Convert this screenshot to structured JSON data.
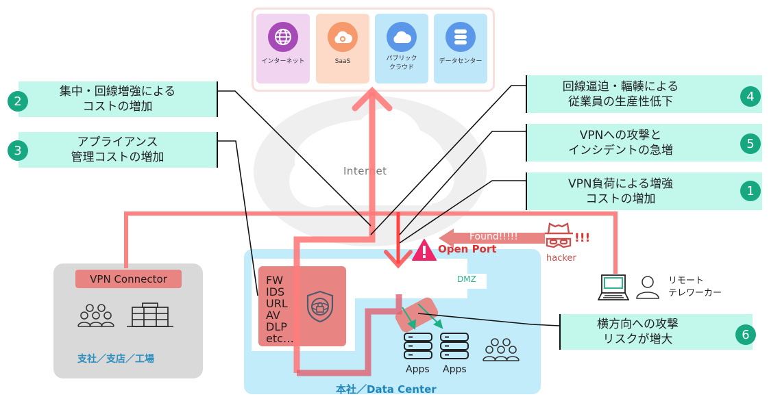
{
  "services": [
    {
      "label": "インターネット",
      "icon": "globe-icon",
      "bg": "#f1d4f0",
      "icon_color": "#a64ab8"
    },
    {
      "label": "SaaS",
      "icon": "cloud-gear-icon",
      "bg": "#fdd9c8",
      "icon_color": "#f69a6d"
    },
    {
      "label": "パブリック\nクラウド",
      "icon": "cloud-icon",
      "bg": "#bfe7fa",
      "icon_color": "#5b97e9"
    },
    {
      "label": "データセンター",
      "icon": "database-icon",
      "bg": "#bfe7fa",
      "icon_color": "#5b97e9"
    }
  ],
  "internet_label": "Internet",
  "callouts": {
    "c2": {
      "number": "2",
      "line1": "集中・回線増強による",
      "line2": "コストの増加"
    },
    "c3": {
      "number": "3",
      "line1": "アプライアンス",
      "line2": "管理コストの増加"
    },
    "c4": {
      "number": "4",
      "line1": "回線逼迫・輻輳による",
      "line2": "従業員の生産性低下"
    },
    "c5": {
      "number": "5",
      "line1": "VPNへの攻撃と",
      "line2": "インシデントの急増"
    },
    "c1": {
      "number": "1",
      "line1": "VPN負荷による増強",
      "line2": "コストの増加"
    },
    "c6": {
      "number": "6",
      "line1": "横方向への攻撃",
      "line2": "リスクが増大"
    }
  },
  "branch": {
    "connector_label": "VPN Connector",
    "location_label": "支社／支店／工場"
  },
  "datacenter": {
    "label": "本社／Data Center",
    "dmz_label": "DMZ",
    "appliances": [
      "FW",
      "IDS",
      "URL",
      "AV",
      "DLP",
      "etc…"
    ],
    "apps": [
      "Apps",
      "Apps"
    ]
  },
  "attack": {
    "found_label": "Found!!!!!",
    "open_port_label": "Open Port",
    "hacker_label": "hacker",
    "exclaim": "!!!"
  },
  "remote": {
    "line1": "リモート",
    "line2": "テレワーカー"
  },
  "colors": {
    "callout_bg": "#c2f8ec",
    "number_bg": "#17a882",
    "red_path": "#ff7b7b",
    "alert": "#f0266a",
    "dc_bg": "#c2ecfa",
    "branch_bg": "#d9d9d9",
    "appliance_bg": "#e88583"
  }
}
